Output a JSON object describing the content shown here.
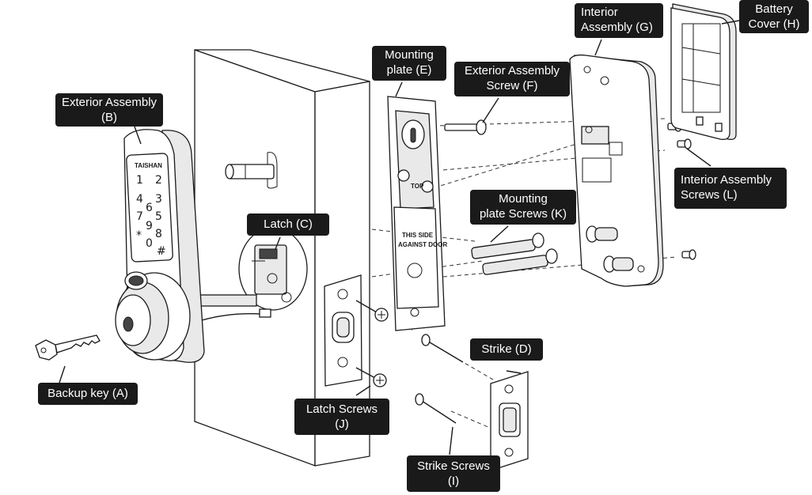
{
  "callouts": {
    "exterior_assembly": [
      "Exterior Assembly",
      "(B)"
    ],
    "latch": [
      "Latch (C)"
    ],
    "backup_key": [
      "Backup key (A)"
    ],
    "mounting_plate": [
      "Mounting",
      "plate (E)"
    ],
    "exterior_screw": [
      "Exterior Assembly",
      "Screw (F)"
    ],
    "interior_assembly": [
      "Interior",
      "Assembly (G)"
    ],
    "battery_cover": [
      "Battery",
      "Cover (H)"
    ],
    "interior_screws": [
      "Interior Assembly",
      "Screws (L)"
    ],
    "mounting_plate_screws": [
      "Mounting",
      "plate Screws (K)"
    ],
    "latch_screws": [
      "Latch Screws",
      "(J)"
    ],
    "strike": [
      "Strike (D)"
    ],
    "strike_screws": [
      "Strike Screws",
      "(I)"
    ]
  },
  "keypad": {
    "brand": "TAISHAN",
    "keys": [
      "1",
      "2",
      "4",
      "3",
      "7",
      "5",
      "6",
      "8",
      "9",
      "*",
      "0",
      "#"
    ]
  },
  "plate_marks": {
    "top": "TOP",
    "side_line1": "THIS SIDE",
    "side_line2": "AGAINST DOOR"
  }
}
